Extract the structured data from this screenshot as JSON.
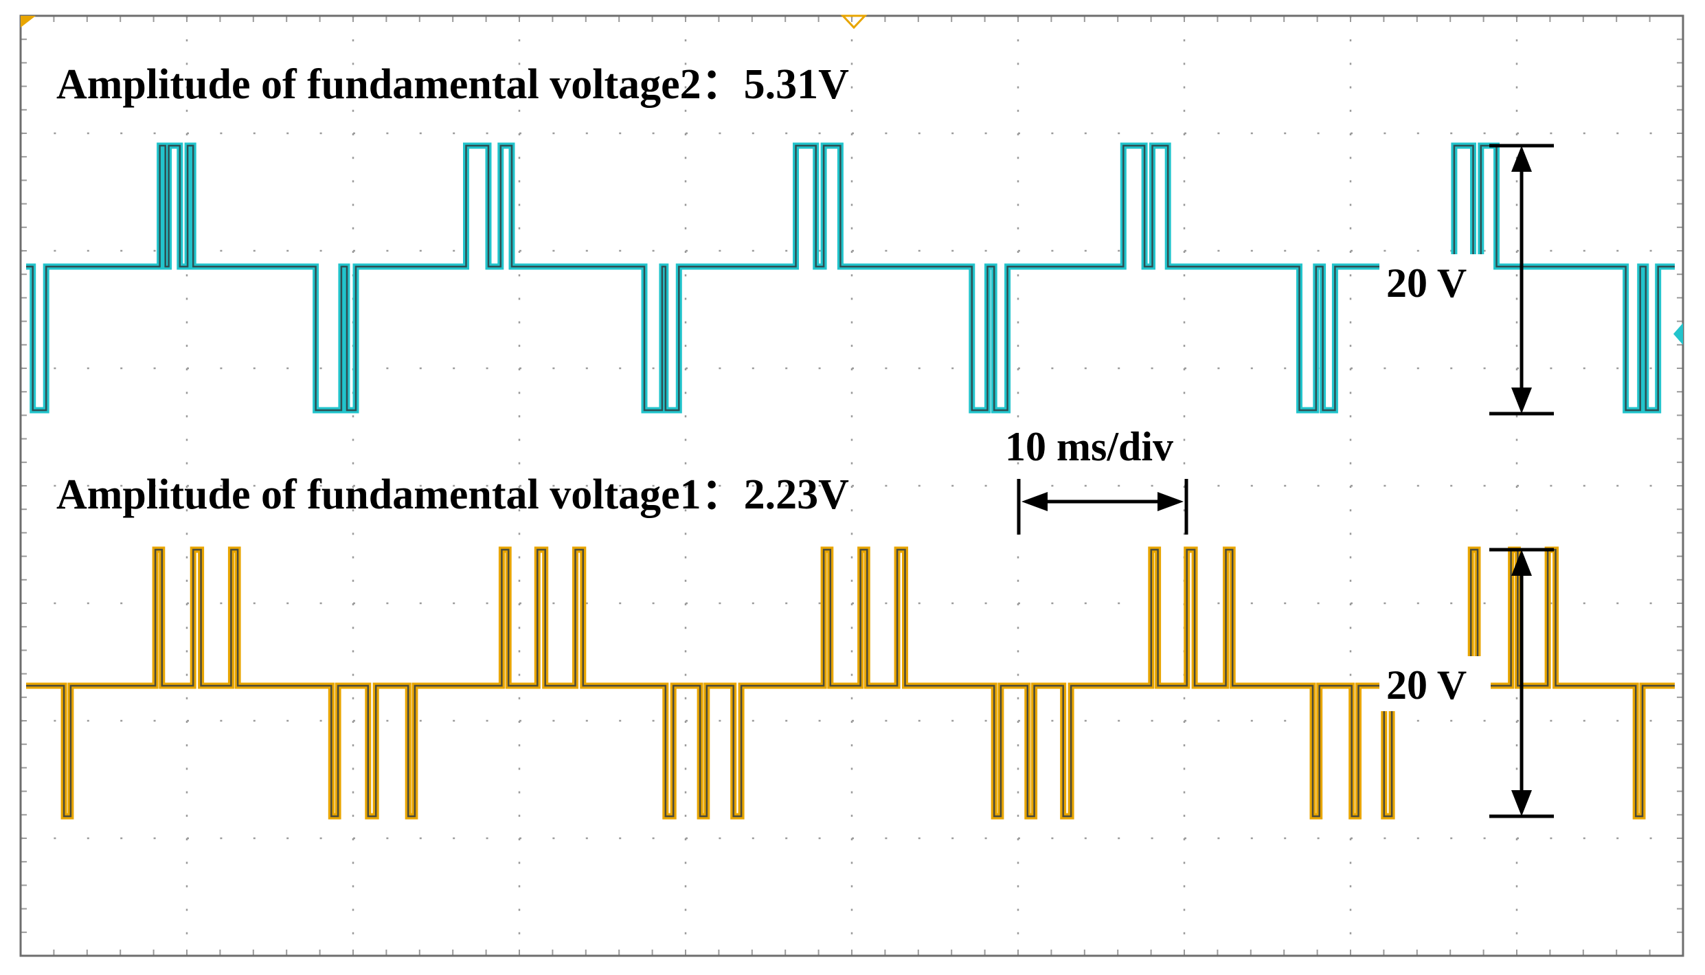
{
  "annotations": {
    "voltage2_label": "Amplitude of fundamental voltage2：5.31V",
    "voltage1_label": "Amplitude of fundamental voltage1：2.23V",
    "time_scale": "10 ms/div",
    "amp_upper": "20 V",
    "amp_lower": "20 V"
  },
  "colors": {
    "trace_cyan": "#22c4cc",
    "trace_cyan_edge": "#2e4f52",
    "trace_yellow": "#e8a500",
    "trace_yellow_edge": "#4a4a3a",
    "grid": "#9a9a9a",
    "frame": "#6e6e6e"
  },
  "chart_data": [
    {
      "type": "line",
      "title": "Amplitude of fundamental voltage2：5.31V",
      "xlabel": "",
      "ylabel": "",
      "time_per_div": "10 ms/div",
      "volts_span_label": "20 V",
      "fundamental_amplitude_V": 5.31,
      "level_values": {
        "high": 1,
        "zero": 0,
        "low": -1
      },
      "series": [
        {
          "color": "#22c4cc",
          "points": [
            [
              0.0,
              0
            ],
            [
              0.06,
              0
            ],
            [
              0.06,
              -1
            ],
            [
              0.18,
              -1
            ],
            [
              0.18,
              0
            ],
            [
              1.2,
              0
            ],
            [
              1.2,
              1
            ],
            [
              1.25,
              1
            ],
            [
              1.25,
              0
            ],
            [
              1.28,
              0
            ],
            [
              1.28,
              1
            ],
            [
              1.38,
              1
            ],
            [
              1.38,
              0
            ],
            [
              1.45,
              0
            ],
            [
              1.45,
              1
            ],
            [
              1.5,
              1
            ],
            [
              1.5,
              0
            ],
            [
              2.6,
              0
            ],
            [
              2.6,
              -1
            ],
            [
              2.83,
              -1
            ],
            [
              2.83,
              0
            ],
            [
              2.88,
              0
            ],
            [
              2.88,
              -1
            ],
            [
              2.96,
              -1
            ],
            [
              2.96,
              0
            ],
            [
              3.95,
              0
            ],
            [
              3.95,
              1
            ],
            [
              4.15,
              1
            ],
            [
              4.15,
              0
            ],
            [
              4.26,
              0
            ],
            [
              4.26,
              1
            ],
            [
              4.36,
              1
            ],
            [
              4.36,
              0
            ],
            [
              5.55,
              0
            ],
            [
              5.55,
              -1
            ],
            [
              5.71,
              -1
            ],
            [
              5.71,
              0
            ],
            [
              5.74,
              0
            ],
            [
              5.74,
              -1
            ],
            [
              5.86,
              -1
            ],
            [
              5.86,
              0
            ],
            [
              6.91,
              0
            ],
            [
              6.91,
              1
            ],
            [
              7.09,
              1
            ],
            [
              7.09,
              0
            ],
            [
              7.16,
              0
            ],
            [
              7.16,
              1
            ],
            [
              7.31,
              1
            ],
            [
              7.31,
              0
            ],
            [
              8.49,
              0
            ],
            [
              8.49,
              -1
            ],
            [
              8.63,
              -1
            ],
            [
              8.63,
              0
            ],
            [
              8.69,
              0
            ],
            [
              8.69,
              -1
            ],
            [
              8.81,
              -1
            ],
            [
              8.81,
              0
            ],
            [
              9.85,
              0
            ],
            [
              9.85,
              1
            ],
            [
              10.04,
              1
            ],
            [
              10.04,
              0
            ],
            [
              10.11,
              0
            ],
            [
              10.11,
              1
            ],
            [
              10.25,
              1
            ],
            [
              10.25,
              0
            ],
            [
              11.43,
              0
            ],
            [
              11.43,
              -1
            ],
            [
              11.58,
              -1
            ],
            [
              11.58,
              0
            ],
            [
              11.64,
              0
            ],
            [
              11.64,
              -1
            ],
            [
              11.75,
              -1
            ],
            [
              11.75,
              0
            ],
            [
              12.82,
              0
            ],
            [
              12.82,
              1
            ],
            [
              12.99,
              1
            ],
            [
              12.99,
              0
            ],
            [
              13.06,
              0
            ],
            [
              13.06,
              1
            ],
            [
              13.2,
              1
            ],
            [
              13.2,
              0
            ],
            [
              14.36,
              0
            ],
            [
              14.36,
              -1
            ],
            [
              14.49,
              -1
            ],
            [
              14.49,
              0
            ],
            [
              14.54,
              0
            ],
            [
              14.54,
              -1
            ],
            [
              14.65,
              -1
            ],
            [
              14.65,
              0
            ],
            [
              14.8,
              0
            ]
          ]
        }
      ]
    },
    {
      "type": "line",
      "title": "Amplitude of fundamental voltage1：2.23V",
      "xlabel": "",
      "ylabel": "",
      "time_per_div": "10 ms/div",
      "volts_span_label": "20 V",
      "fundamental_amplitude_V": 2.23,
      "level_values": {
        "high": 1,
        "zero": 0,
        "low": -1
      },
      "series": [
        {
          "color": "#e8a500",
          "points": [
            [
              0.0,
              0
            ],
            [
              0.34,
              0
            ],
            [
              0.34,
              -1
            ],
            [
              0.4,
              -1
            ],
            [
              0.4,
              0
            ],
            [
              1.16,
              0
            ],
            [
              1.16,
              1
            ],
            [
              1.22,
              1
            ],
            [
              1.22,
              0
            ],
            [
              1.5,
              0
            ],
            [
              1.5,
              1
            ],
            [
              1.57,
              1
            ],
            [
              1.57,
              0
            ],
            [
              1.84,
              0
            ],
            [
              1.84,
              1
            ],
            [
              1.9,
              1
            ],
            [
              1.9,
              0
            ],
            [
              2.74,
              0
            ],
            [
              2.74,
              -1
            ],
            [
              2.8,
              -1
            ],
            [
              2.8,
              0
            ],
            [
              3.07,
              0
            ],
            [
              3.07,
              -1
            ],
            [
              3.14,
              -1
            ],
            [
              3.14,
              0
            ],
            [
              3.43,
              0
            ],
            [
              3.43,
              -1
            ],
            [
              3.49,
              -1
            ],
            [
              3.49,
              0
            ],
            [
              4.27,
              0
            ],
            [
              4.27,
              1
            ],
            [
              4.33,
              1
            ],
            [
              4.33,
              0
            ],
            [
              4.59,
              0
            ],
            [
              4.59,
              1
            ],
            [
              4.66,
              1
            ],
            [
              4.66,
              0
            ],
            [
              4.93,
              0
            ],
            [
              4.93,
              1
            ],
            [
              5.0,
              1
            ],
            [
              5.0,
              0
            ],
            [
              5.74,
              0
            ],
            [
              5.74,
              -1
            ],
            [
              5.81,
              -1
            ],
            [
              5.81,
              0
            ],
            [
              6.05,
              0
            ],
            [
              6.05,
              -1
            ],
            [
              6.11,
              -1
            ],
            [
              6.11,
              0
            ],
            [
              6.35,
              0
            ],
            [
              6.35,
              -1
            ],
            [
              6.42,
              -1
            ],
            [
              6.42,
              0
            ],
            [
              7.16,
              0
            ],
            [
              7.16,
              1
            ],
            [
              7.22,
              1
            ],
            [
              7.22,
              0
            ],
            [
              7.49,
              0
            ],
            [
              7.49,
              1
            ],
            [
              7.55,
              1
            ],
            [
              7.55,
              0
            ],
            [
              7.82,
              0
            ],
            [
              7.82,
              1
            ],
            [
              7.89,
              1
            ],
            [
              7.89,
              0
            ],
            [
              8.69,
              0
            ],
            [
              8.69,
              -1
            ],
            [
              8.75,
              -1
            ],
            [
              8.75,
              0
            ],
            [
              8.99,
              0
            ],
            [
              8.99,
              -1
            ],
            [
              9.05,
              -1
            ],
            [
              9.05,
              0
            ],
            [
              9.31,
              0
            ],
            [
              9.31,
              -1
            ],
            [
              9.38,
              -1
            ],
            [
              9.38,
              0
            ],
            [
              10.1,
              0
            ],
            [
              10.1,
              1
            ],
            [
              10.16,
              1
            ],
            [
              10.16,
              0
            ],
            [
              10.42,
              0
            ],
            [
              10.42,
              1
            ],
            [
              10.49,
              1
            ],
            [
              10.49,
              0
            ],
            [
              10.77,
              0
            ],
            [
              10.77,
              1
            ],
            [
              10.83,
              1
            ],
            [
              10.83,
              0
            ],
            [
              11.55,
              0
            ],
            [
              11.55,
              -1
            ],
            [
              11.61,
              -1
            ],
            [
              11.61,
              0
            ],
            [
              11.9,
              0
            ],
            [
              11.9,
              -1
            ],
            [
              11.96,
              -1
            ],
            [
              11.96,
              0
            ],
            [
              12.19,
              0
            ],
            [
              12.19,
              -1
            ],
            [
              12.26,
              -1
            ],
            [
              12.26,
              0
            ],
            [
              12.97,
              0
            ],
            [
              12.97,
              1
            ],
            [
              13.03,
              1
            ],
            [
              13.03,
              0
            ],
            [
              13.33,
              0
            ],
            [
              13.33,
              1
            ],
            [
              13.39,
              1
            ],
            [
              13.39,
              0
            ],
            [
              13.66,
              0
            ],
            [
              13.66,
              1
            ],
            [
              13.73,
              1
            ],
            [
              13.73,
              0
            ],
            [
              14.45,
              0
            ],
            [
              14.45,
              -1
            ],
            [
              14.51,
              -1
            ],
            [
              14.51,
              0
            ],
            [
              14.8,
              0
            ]
          ]
        }
      ]
    }
  ]
}
